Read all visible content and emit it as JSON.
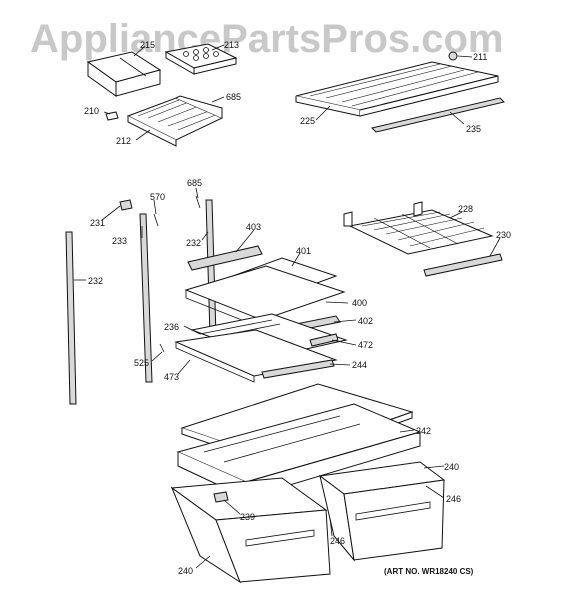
{
  "watermark": "AppliancePartsPros.com",
  "art_number": "(ART NO. WR18240 CS)",
  "callouts": [
    {
      "id": "c215",
      "text": "215"
    },
    {
      "id": "c213",
      "text": "213"
    },
    {
      "id": "c211",
      "text": "211"
    },
    {
      "id": "c685a",
      "text": "685"
    },
    {
      "id": "c210",
      "text": "210"
    },
    {
      "id": "c212",
      "text": "212"
    },
    {
      "id": "c225",
      "text": "225"
    },
    {
      "id": "c235",
      "text": "235"
    },
    {
      "id": "c685b",
      "text": "685"
    },
    {
      "id": "c570",
      "text": "570"
    },
    {
      "id": "c231",
      "text": "231"
    },
    {
      "id": "c233",
      "text": "233"
    },
    {
      "id": "c232a",
      "text": "232"
    },
    {
      "id": "c403",
      "text": "403"
    },
    {
      "id": "c228",
      "text": "228"
    },
    {
      "id": "c401",
      "text": "401"
    },
    {
      "id": "c230",
      "text": "230"
    },
    {
      "id": "c232b",
      "text": "232"
    },
    {
      "id": "c400",
      "text": "400"
    },
    {
      "id": "c402",
      "text": "402"
    },
    {
      "id": "c236",
      "text": "236"
    },
    {
      "id": "c472",
      "text": "472"
    },
    {
      "id": "c525",
      "text": "525"
    },
    {
      "id": "c244",
      "text": "244"
    },
    {
      "id": "c473",
      "text": "473"
    },
    {
      "id": "c242",
      "text": "242"
    },
    {
      "id": "c240a",
      "text": "240"
    },
    {
      "id": "c246a",
      "text": "246"
    },
    {
      "id": "c239",
      "text": "239"
    },
    {
      "id": "c246b",
      "text": "246"
    },
    {
      "id": "c240b",
      "text": "240"
    }
  ]
}
